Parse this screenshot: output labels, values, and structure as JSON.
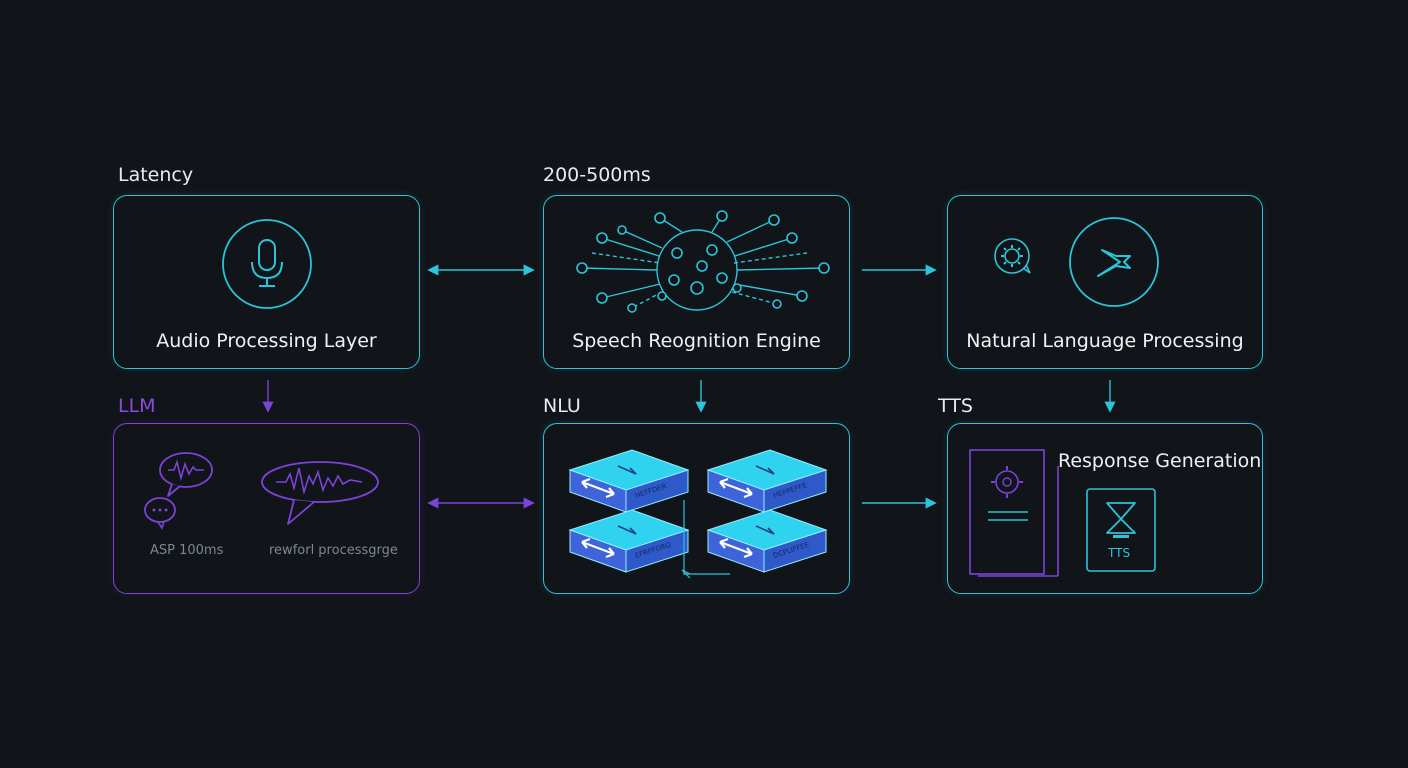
{
  "labels": {
    "latency": "Latency",
    "latency_range": "200-500ms",
    "llm": "LLM",
    "nlu": "NLU",
    "tts": "TTS"
  },
  "boxes": {
    "audio_processing": {
      "title": "Audio Processing Layer",
      "icon": "microphone-icon"
    },
    "speech_recognition": {
      "title": "Speech Reognition Engine",
      "icon": "neural-network-icon"
    },
    "natural_language": {
      "title": "Natural Language Processing",
      "icons": [
        "gear-chat-icon",
        "lightning-icon"
      ]
    },
    "llm_panel": {
      "caption_left": "ASP 100ms",
      "caption_right": "rewforl processgrge",
      "icons": [
        "speech-bubble-waveform-icon",
        "speech-bubble-dots-icon",
        "large-speech-bubble-waveform-icon"
      ]
    },
    "nlu_panel": {
      "block_labels": [
        "HEFFDER",
        "HEPPEFFE",
        "EFRFFORO",
        "DCPLIFFEE"
      ],
      "icon": "stacked-blocks-icon"
    },
    "response_generation": {
      "title": "Response Generation",
      "device_label": "TTS",
      "icons": [
        "document-gear-icon",
        "hourglass-device-icon"
      ]
    }
  },
  "colors": {
    "background": "#111419",
    "cyan": "#2bc4d8",
    "purple": "#7b43d6",
    "block_top": "#2fd3f0",
    "block_side": "#3f63d8"
  }
}
